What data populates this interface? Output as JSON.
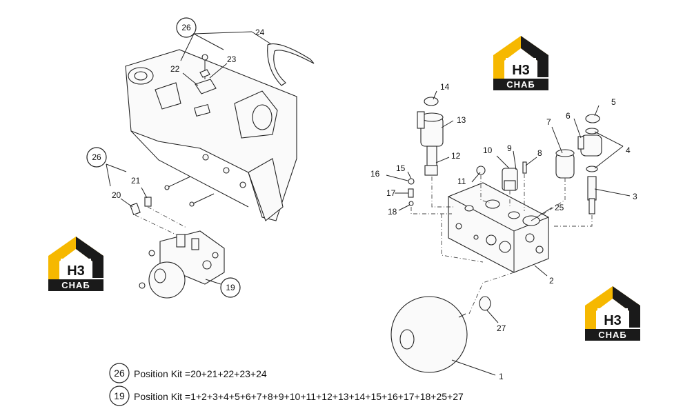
{
  "callouts": {
    "n1": "1",
    "n2": "2",
    "n3": "3",
    "n4": "4",
    "n5": "5",
    "n6": "6",
    "n7": "7",
    "n8": "8",
    "n9": "9",
    "n10": "10",
    "n11": "11",
    "n12": "12",
    "n13": "13",
    "n14": "14",
    "n15": "15",
    "n16": "16",
    "n17": "17",
    "n18": "18",
    "n20": "20",
    "n21": "21",
    "n22": "22",
    "n23": "23",
    "n24": "24",
    "n25": "25",
    "n26a": "26",
    "n26b": "26",
    "n27": "27",
    "n19": "19"
  },
  "legend": {
    "kit26_num": "26",
    "kit26_text": "Position Kit =20+21+22+23+24",
    "kit19_num": "19",
    "kit19_text": "Position Kit =1+2+3+4+5+6+7+8+9+10+11+12+13+14+15+16+17+18+25+27"
  },
  "logo": {
    "mark": "H3",
    "text": "СНАБ",
    "accent_color": "#f6b800",
    "dark_color": "#1a1a1a"
  }
}
